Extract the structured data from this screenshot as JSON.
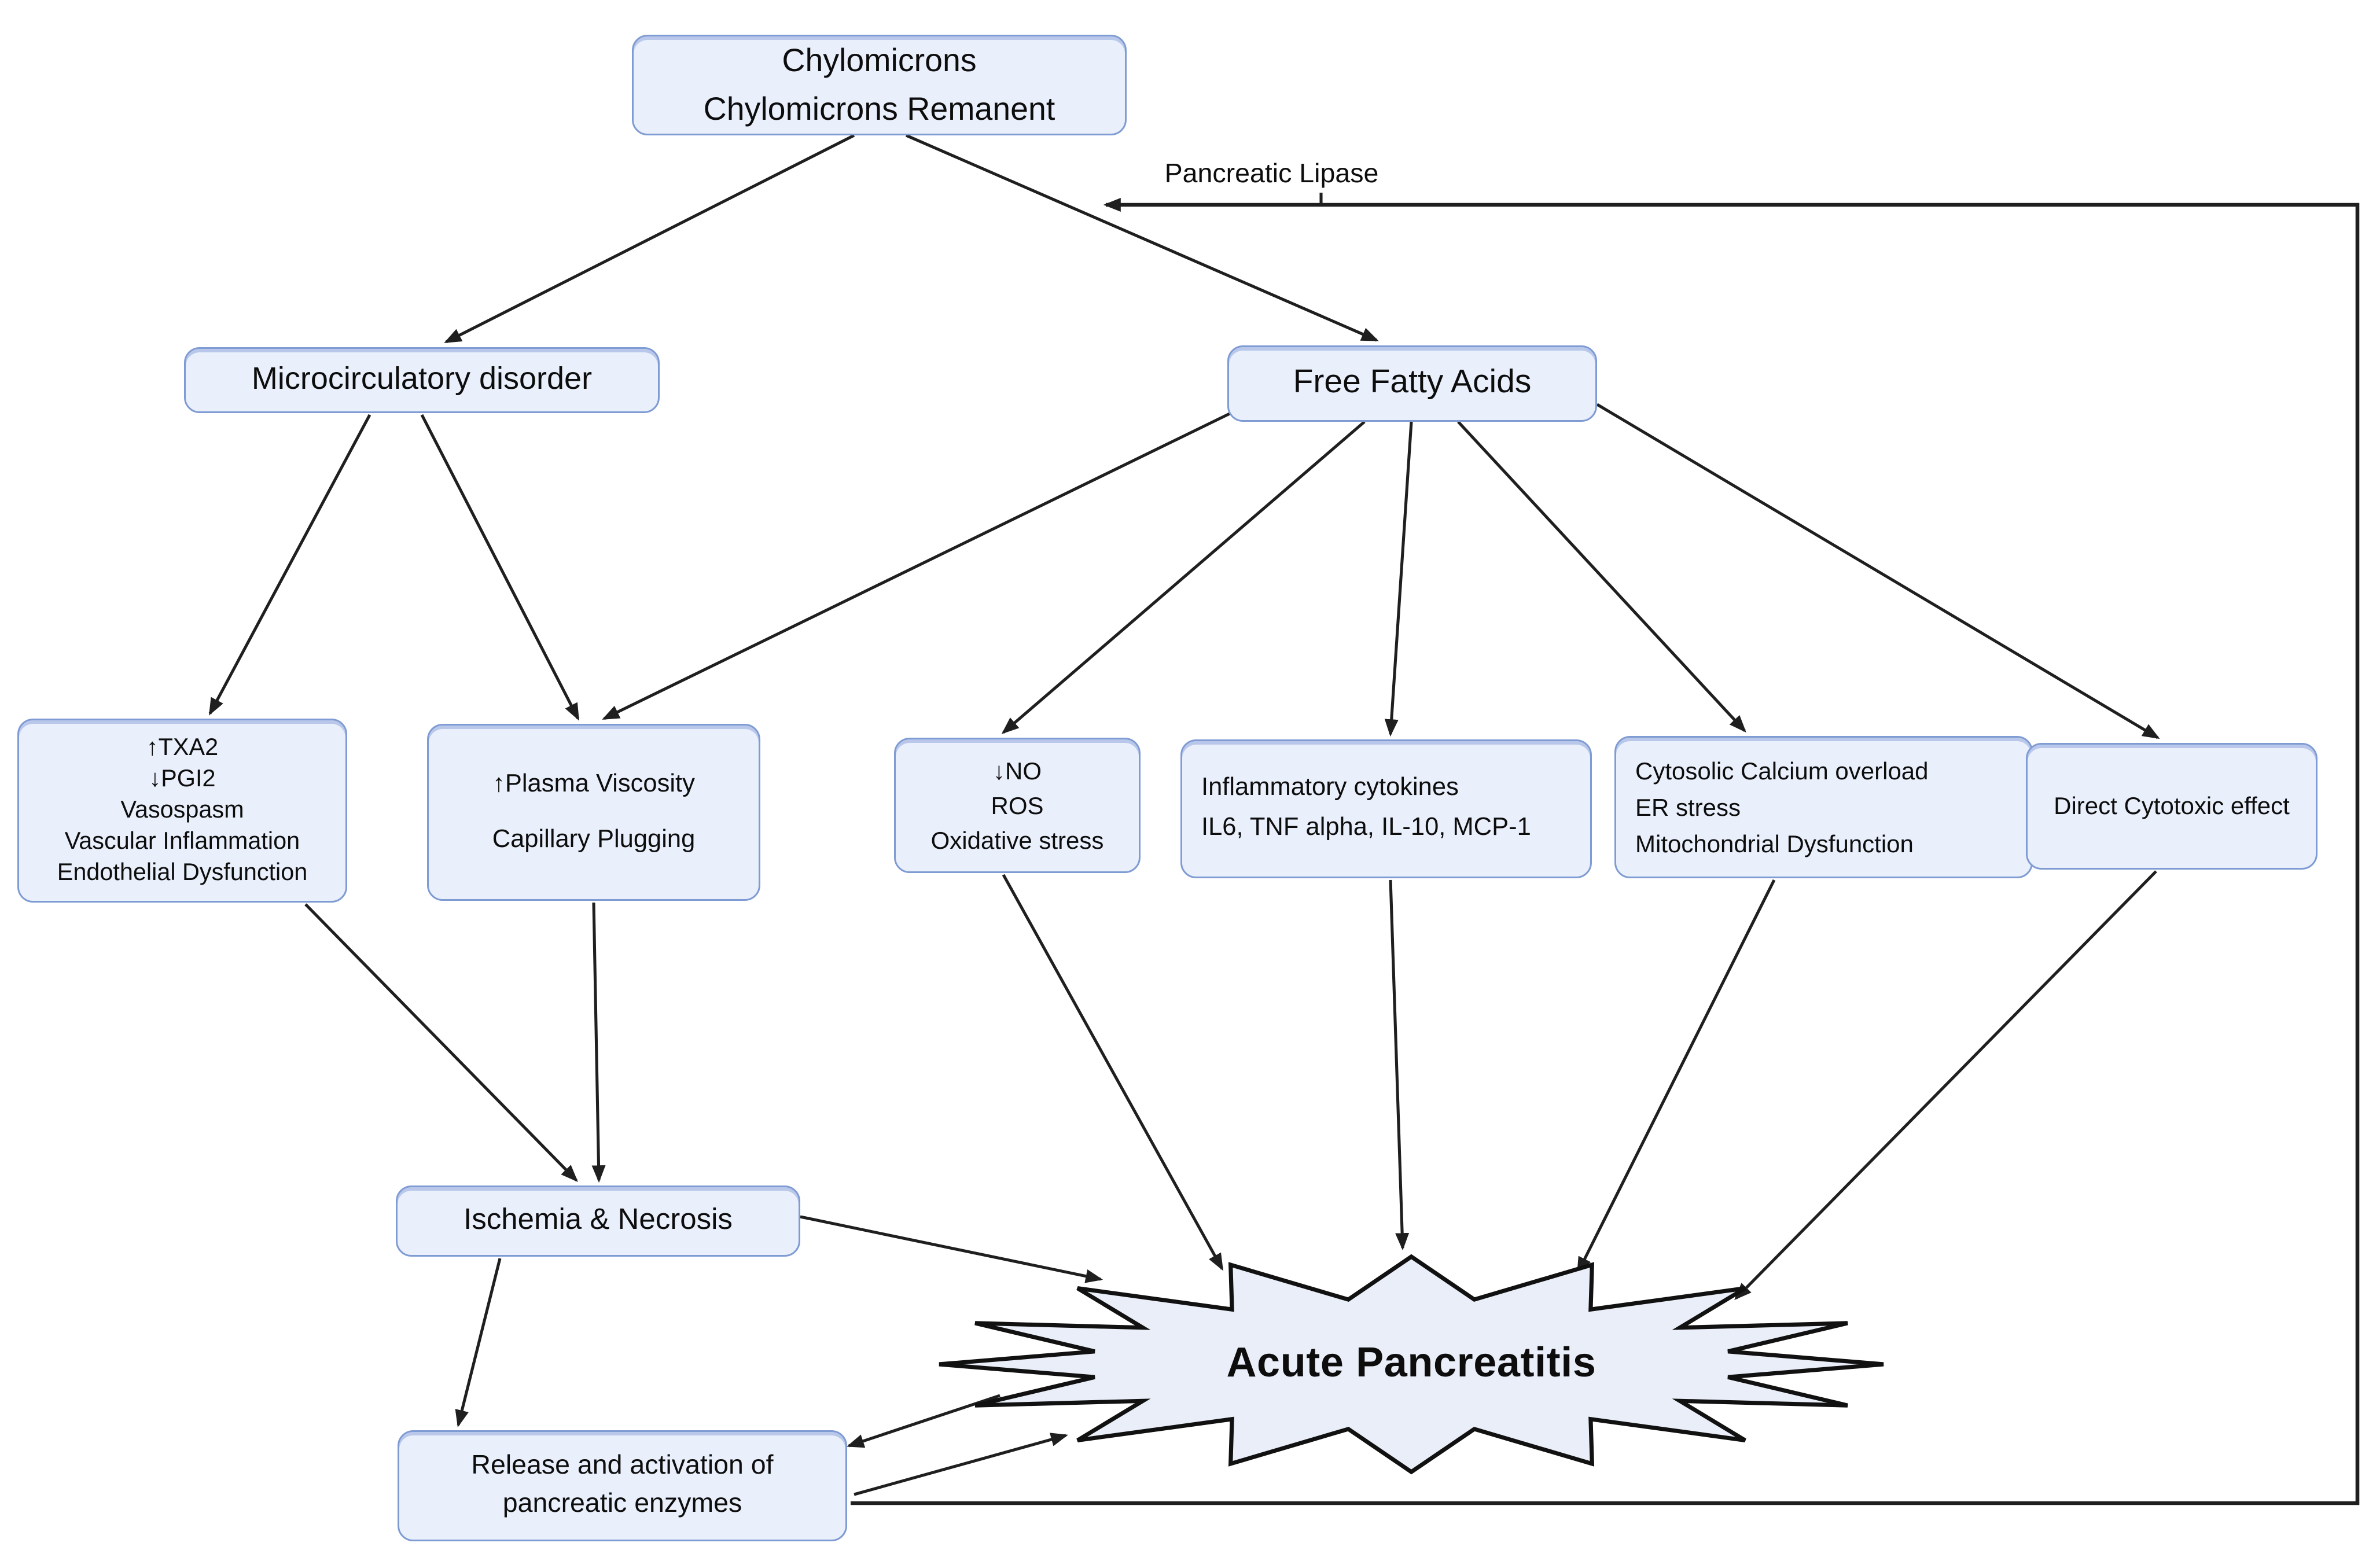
{
  "figure": {
    "type": "flowchart",
    "topic": "Pathophysiology flow diagram ending in Acute Pancreatitis"
  },
  "colors": {
    "node_fill": "#e9effb",
    "node_border": "#7f9bd3",
    "starburst_fill": "#e9eef8",
    "arrow": "#1f1f1f",
    "text": "#0d0d0d",
    "background": "#ffffff"
  },
  "nodes": {
    "chylomicrons": {
      "lines": [
        "Chylomicrons",
        "Chylomicrons Remanent"
      ]
    },
    "pancreatic_lipase": {
      "label": "Pancreatic Lipase"
    },
    "microcirculatory": {
      "label": "Microcirculatory disorder"
    },
    "free_fatty_acids": {
      "label": "Free Fatty Acids"
    },
    "vascular": {
      "lines": [
        "↑TXA2",
        "↓PGI2",
        "Vasospasm",
        "Vascular Inflammation",
        "Endothelial Dysfunction"
      ]
    },
    "plasma": {
      "lines": [
        "↑Plasma Viscosity",
        "Capillary Plugging"
      ]
    },
    "oxidative": {
      "lines": [
        "↓NO",
        "ROS",
        "Oxidative stress"
      ]
    },
    "cytokines": {
      "lines": [
        "Inflammatory cytokines",
        "IL6, TNF alpha, IL-10, MCP-1"
      ]
    },
    "calcium": {
      "lines": [
        "Cytosolic Calcium overload",
        "ER stress",
        "Mitochondrial Dysfunction"
      ]
    },
    "cytotoxic": {
      "label": "Direct Cytotoxic effect"
    },
    "ischemia": {
      "label": "Ischemia & Necrosis"
    },
    "acute_pancreatitis": {
      "label": "Acute Pancreatitis"
    },
    "release": {
      "lines": [
        "Release and activation of",
        "pancreatic enzymes"
      ]
    }
  },
  "edges": [
    {
      "from": "chylomicrons",
      "to": "microcirculatory"
    },
    {
      "from": "chylomicrons",
      "to": "free_fatty_acids"
    },
    {
      "from": "microcirculatory",
      "to": "vascular"
    },
    {
      "from": "microcirculatory",
      "to": "plasma"
    },
    {
      "from": "free_fatty_acids",
      "to": "plasma"
    },
    {
      "from": "free_fatty_acids",
      "to": "oxidative"
    },
    {
      "from": "free_fatty_acids",
      "to": "cytokines"
    },
    {
      "from": "free_fatty_acids",
      "to": "calcium"
    },
    {
      "from": "free_fatty_acids",
      "to": "cytotoxic"
    },
    {
      "from": "vascular",
      "to": "ischemia"
    },
    {
      "from": "plasma",
      "to": "ischemia"
    },
    {
      "from": "ischemia",
      "to": "release"
    },
    {
      "from": "ischemia",
      "to": "acute_pancreatitis"
    },
    {
      "from": "oxidative",
      "to": "acute_pancreatitis"
    },
    {
      "from": "cytokines",
      "to": "acute_pancreatitis"
    },
    {
      "from": "calcium",
      "to": "acute_pancreatitis"
    },
    {
      "from": "cytotoxic",
      "to": "acute_pancreatitis"
    },
    {
      "from": "acute_pancreatitis",
      "to": "release"
    },
    {
      "from": "release",
      "to": "acute_pancreatitis"
    },
    {
      "from": "release",
      "to": "free_fatty_acids",
      "label": "Pancreatic Lipase",
      "style": "feedback-loop"
    }
  ]
}
